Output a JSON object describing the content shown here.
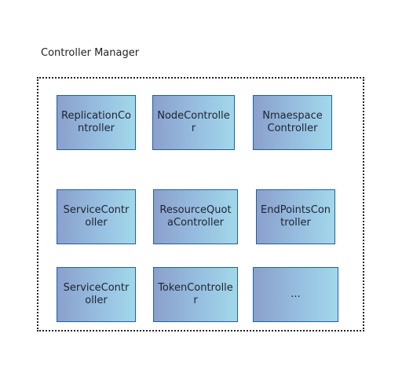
{
  "diagram": {
    "title": "Controller Manager",
    "boxes": [
      {
        "label": "ReplicationController"
      },
      {
        "label": "NodeController"
      },
      {
        "label": "Nmaespace Controller"
      },
      {
        "label": "ServiceController"
      },
      {
        "label": "ResourceQuotaController"
      },
      {
        "label": "EndPointsController"
      },
      {
        "label": "ServiceController"
      },
      {
        "label": "TokenController"
      },
      {
        "label": "..."
      }
    ]
  }
}
